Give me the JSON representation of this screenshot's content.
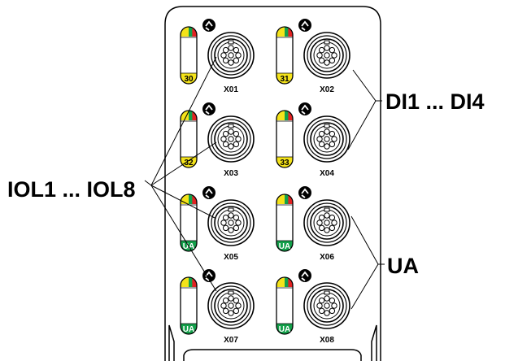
{
  "module": {
    "colors": {
      "yellow": "#f4e31a",
      "green": "#13a04a",
      "red": "#e32222",
      "outline": "#000000",
      "background": "#ffffff"
    },
    "ports": [
      {
        "label": "X01",
        "led_number": "30",
        "bottom_color": "yellow"
      },
      {
        "label": "X02",
        "led_number": "31",
        "bottom_color": "yellow"
      },
      {
        "label": "X03",
        "led_number": "32",
        "bottom_color": "yellow"
      },
      {
        "label": "X04",
        "led_number": "33",
        "bottom_color": "yellow"
      },
      {
        "label": "X05",
        "led_number": "UA",
        "bottom_color": "green"
      },
      {
        "label": "X06",
        "led_number": "UA",
        "bottom_color": "green"
      },
      {
        "label": "X07",
        "led_number": "UA",
        "bottom_color": "green"
      },
      {
        "label": "X08",
        "led_number": "UA",
        "bottom_color": "green"
      }
    ],
    "port_icon": "io-link-icon"
  },
  "callouts": {
    "iol": "IOL1 ... IOL8",
    "di": "DI1 ... DI4",
    "ua": "UA"
  }
}
